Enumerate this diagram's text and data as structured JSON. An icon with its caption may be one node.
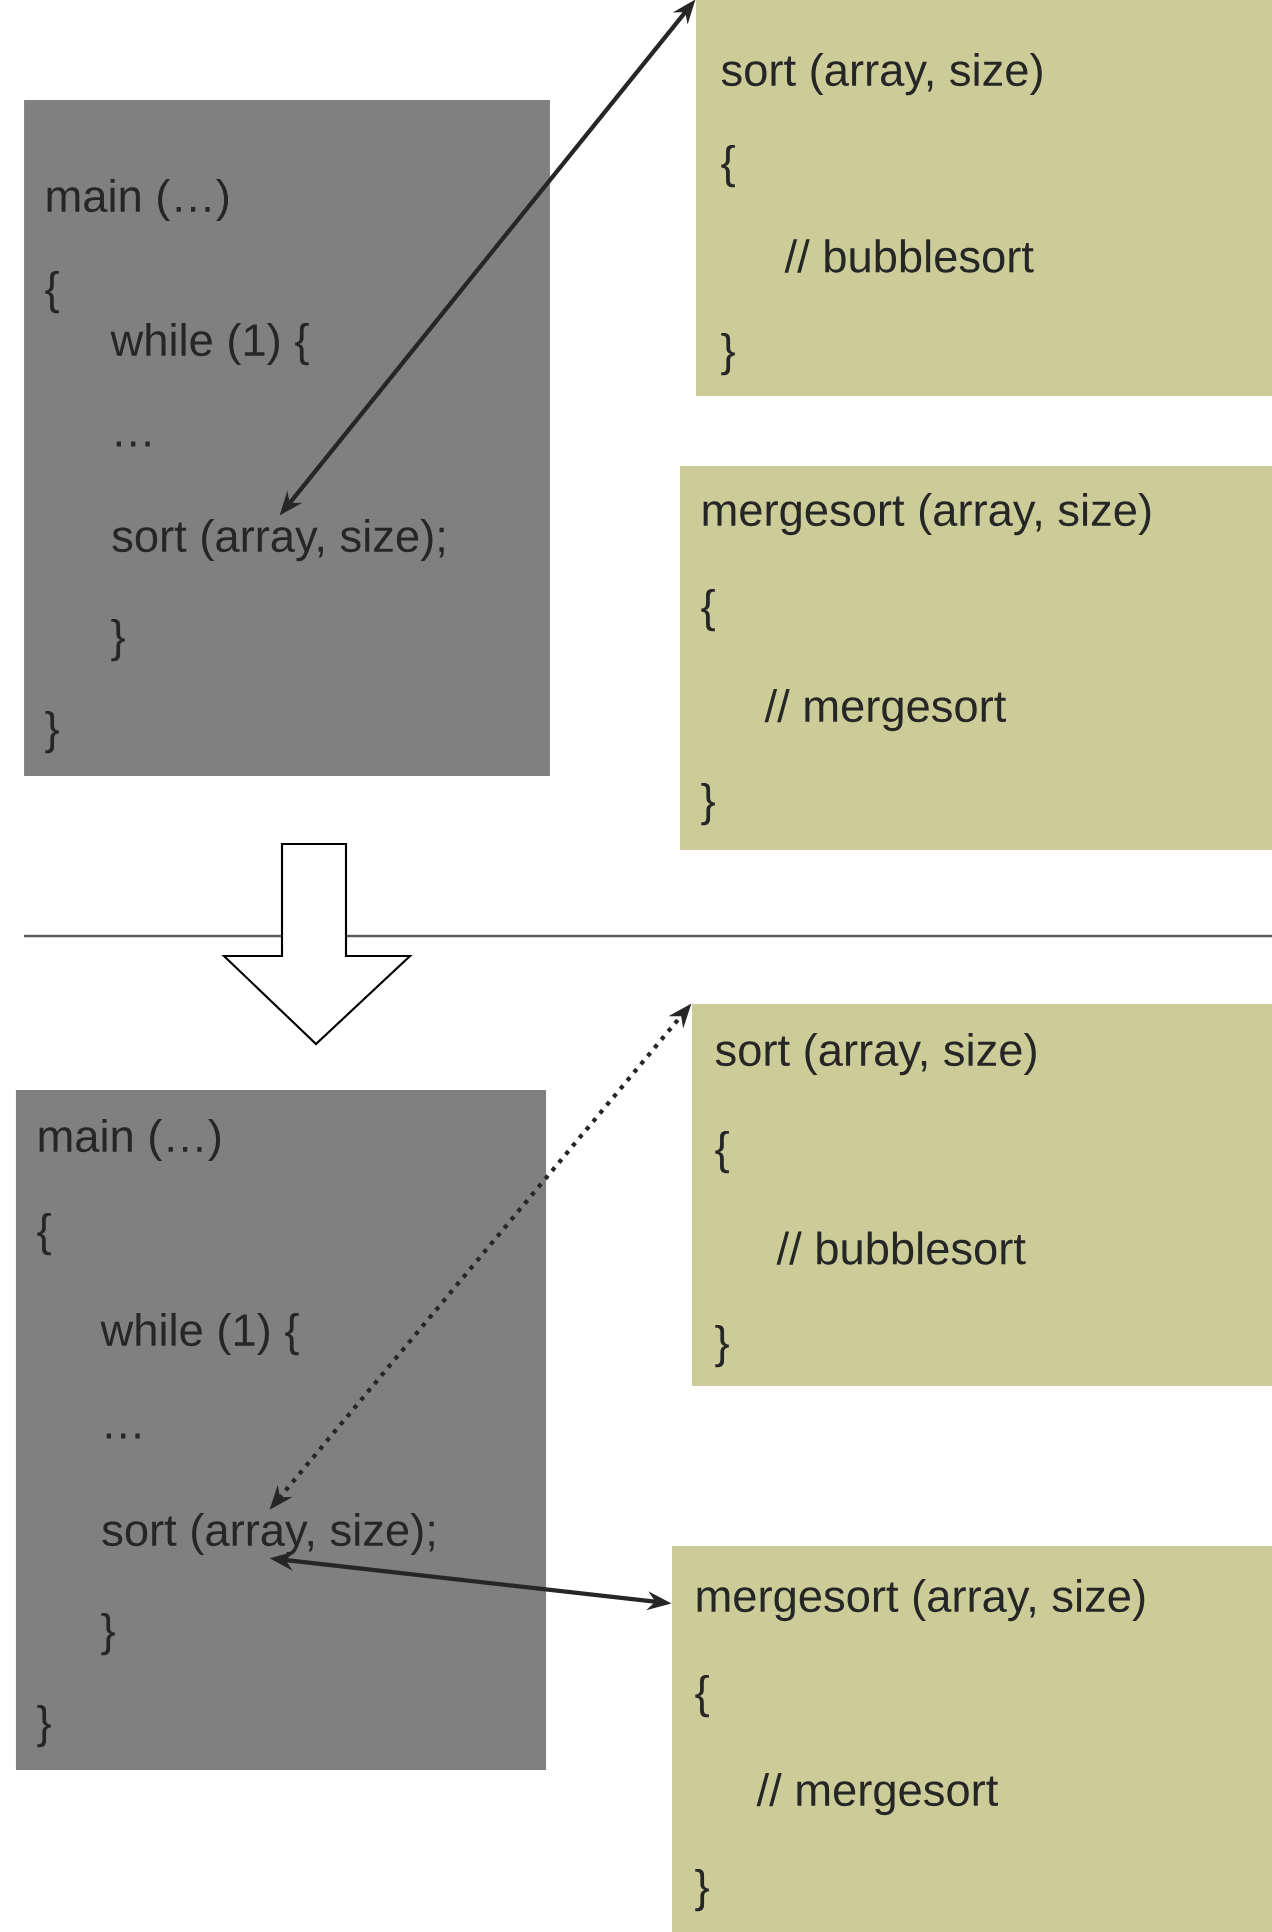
{
  "diagram": {
    "nodes": [
      {
        "text": [
          "main (…)",
          "{",
          "while (1) {",
          "…",
          "}",
          "}"
        ]
      },
      {
        "text": [
          "sort (array, size);"
        ],
        "in": 0
      },
      {
        "text": [
          "sort (array, size)",
          "{",
          "// bubblesort",
          "}"
        ]
      },
      {
        "text": [
          "mergesort (array, size)",
          "{",
          "// mergesort",
          "}"
        ]
      },
      {
        "text": [
          "main (…)",
          "{",
          "while (1) {",
          "…",
          "}",
          "}"
        ]
      },
      {
        "text": [
          "sort (array, size);"
        ],
        "in": 4
      },
      {
        "text": [
          "sort (array, size)",
          "{",
          "// bubblesort",
          "}"
        ]
      },
      {
        "text": [
          "mergesort (array, size)",
          "{",
          "// mergesort",
          "}"
        ]
      }
    ],
    "edges": [
      {
        "from": 1,
        "to": 2,
        "arrow": "both"
      },
      {
        "from": 5,
        "to": 6,
        "arrow": "both",
        "style": "dashed"
      },
      {
        "from": 5,
        "to": 7,
        "arrow": "both"
      }
    ]
  }
}
